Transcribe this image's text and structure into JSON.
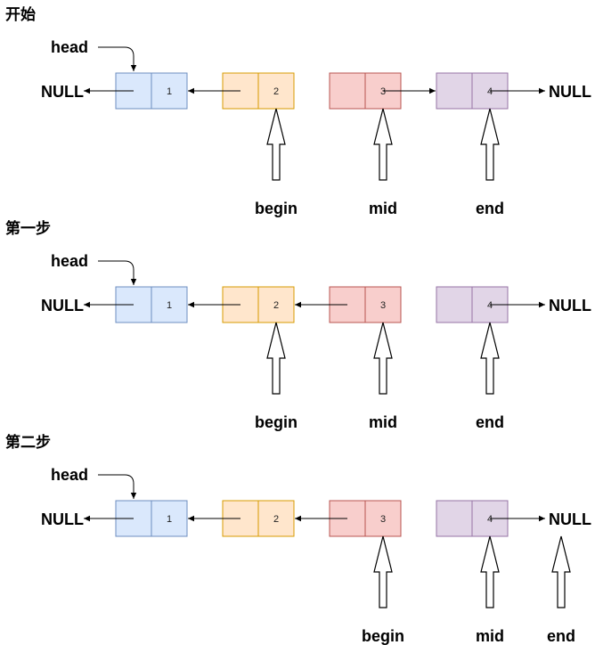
{
  "labels": {
    "head": "head",
    "null": "NULL",
    "begin": "begin",
    "mid": "mid",
    "end": "end"
  },
  "colors": {
    "node1": {
      "fill": "#dae8fc",
      "stroke": "#6c8ebf"
    },
    "node2": {
      "fill": "#ffe6cc",
      "stroke": "#d79b00"
    },
    "node3": {
      "fill": "#f8cecc",
      "stroke": "#b85450"
    },
    "node4": {
      "fill": "#e1d5e7",
      "stroke": "#9673a6"
    }
  },
  "stages": [
    {
      "title": "开始",
      "nodes": [
        {
          "value": "1",
          "color": "node1"
        },
        {
          "value": "2",
          "color": "node2"
        },
        {
          "value": "3",
          "color": "node3"
        },
        {
          "value": "4",
          "color": "node4"
        }
      ],
      "links": [
        "1->NULL",
        "2->1",
        "3->4",
        "4->NULL"
      ],
      "pointers": {
        "begin": "2",
        "mid": "3",
        "end": "4"
      }
    },
    {
      "title": "第一步",
      "nodes": [
        {
          "value": "1",
          "color": "node1"
        },
        {
          "value": "2",
          "color": "node2"
        },
        {
          "value": "3",
          "color": "node3"
        },
        {
          "value": "4",
          "color": "node4"
        }
      ],
      "links": [
        "1->NULL",
        "2->1",
        "3->2",
        "4->NULL"
      ],
      "pointers": {
        "begin": "2",
        "mid": "3",
        "end": "4"
      }
    },
    {
      "title": "第二步",
      "nodes": [
        {
          "value": "1",
          "color": "node1"
        },
        {
          "value": "2",
          "color": "node2"
        },
        {
          "value": "3",
          "color": "node3"
        },
        {
          "value": "4",
          "color": "node4"
        }
      ],
      "links": [
        "1->NULL",
        "2->1",
        "3->2",
        "4->NULL"
      ],
      "pointers": {
        "begin": "3",
        "mid": "4",
        "end": "NULL"
      }
    }
  ]
}
